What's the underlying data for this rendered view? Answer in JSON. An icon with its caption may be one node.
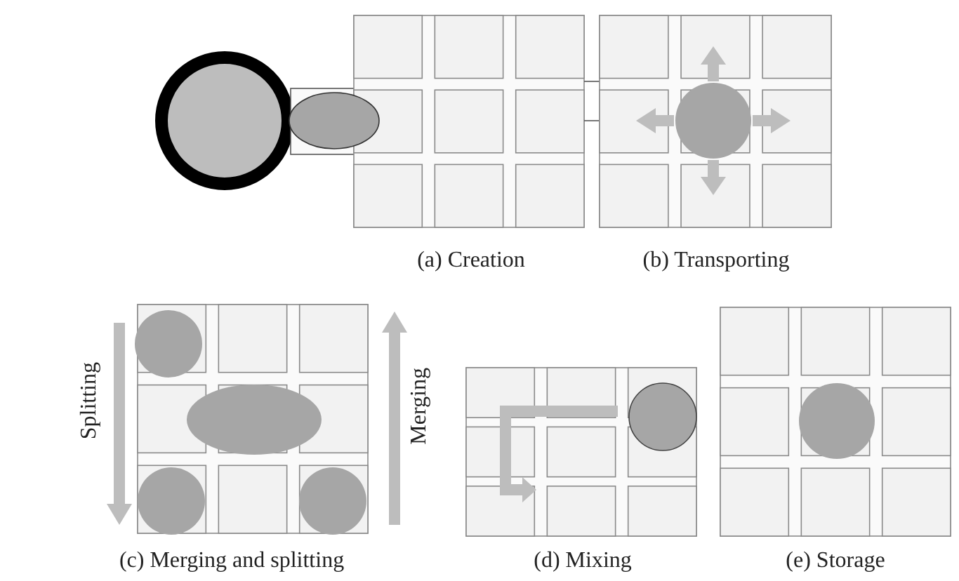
{
  "diagram": {
    "labels": [
      "(a) Creation",
      "(b) Transporting",
      "Splitting",
      "Merging",
      "(c) Merging and splitting",
      "(d) Mixing",
      "(e) Storage"
    ]
  }
}
